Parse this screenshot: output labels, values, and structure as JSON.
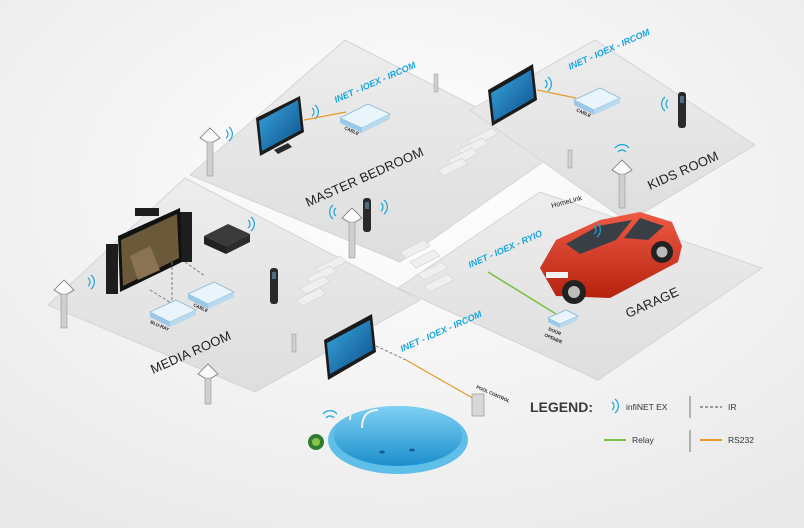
{
  "rooms": {
    "master_bedroom": "MASTER BEDROOM",
    "kids_room": "KIDS ROOM",
    "media_room": "MEDIA ROOM",
    "garage": "GARAGE"
  },
  "network_labels": {
    "master_bedroom": "INET - IOEX - IRCOM",
    "kids_room": "INET - IOEX - IRCOM",
    "garage": "INET - IOEX - RYIO",
    "pool": "INET - IOEX - IRCOM"
  },
  "device_labels": {
    "cable_master": "CABLE",
    "cable_kids": "CABLE",
    "cable_media": "CABLE",
    "bluray": "BLU-RAY",
    "door_opener_line1": "DOOR",
    "door_opener_line2": "OPENER",
    "pool_control": "POOL CONTROL",
    "homelink": "HomeLink"
  },
  "legend": {
    "title": "LEGEND:",
    "items": {
      "infinet": "infiNET EX",
      "ir": "IR",
      "relay": "Relay",
      "rs232": "RS232"
    }
  },
  "colors": {
    "floor": "#e6e6e6",
    "floor_edge": "#d2d2d2",
    "accent_blue": "#1aa5dc",
    "relay_green": "#7cc242",
    "rs232_orange": "#e59a2b",
    "ir_gray": "#7f7f7f",
    "car_red": "#d9321f"
  }
}
